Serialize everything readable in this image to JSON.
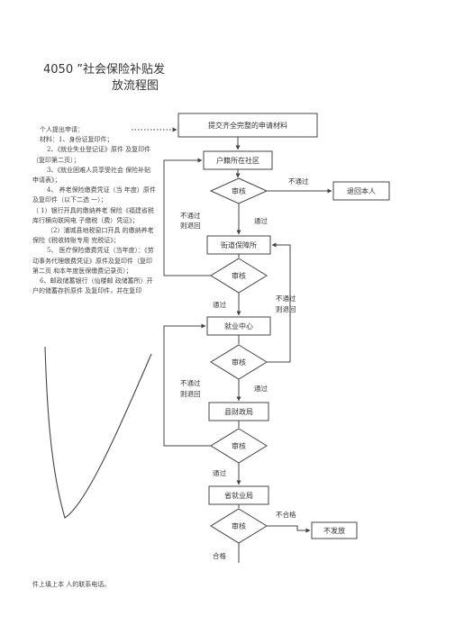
{
  "title": {
    "line1": "4050 ”社会保险补贴发",
    "line2": "放流程图"
  },
  "materials": [
    "个人提出申请：",
    "材料：1、身份证复印件；",
    "2、《就业失业登记证》原件  及复印件（复印第二页）；",
    "3、《就业困难人员享受社会  保险补贴申请表》；",
    "4、  养老保险缴费凭证（当  年度）原件及复印件（以下二选  一）；",
    "（ 1）银行开具的缴纳养老  保险《福建省税库行横向联网电  子缴税（费）凭证》；",
    "（2）浦城县地税窗口开具  的缴纳养老保险《税收转账专用  完税证》；",
    "5、  医疗保险缴费凭证（当年度）：《劳动事务代理缴费凭证》原件及复印件（复印第二页  和本年度医保缴费记录页）；",
    "6、邮政储蓄银行（仙楼邮  政储蓄所）开户的储蓄存折原件  及复印件，并在复印"
  ],
  "footer": "件上填上本  人的联系电话。",
  "flow": {
    "submit": "提交齐全完整的申请材料",
    "community": "户籍所在社区",
    "review": "审核",
    "street": "街道保障所",
    "employment_center": "就业中心",
    "county_finance": "县财政局",
    "provincial_employment": "省就业局",
    "return_person": "退回本人",
    "no_issue": "不发放",
    "fail": "不通过",
    "fail_return_1": "不通过",
    "fail_return_2": "则退回",
    "pass": "通过",
    "unqualified": "不合格",
    "qualified": "合格"
  },
  "colors": {
    "line": "#444444",
    "text": "#333333"
  }
}
